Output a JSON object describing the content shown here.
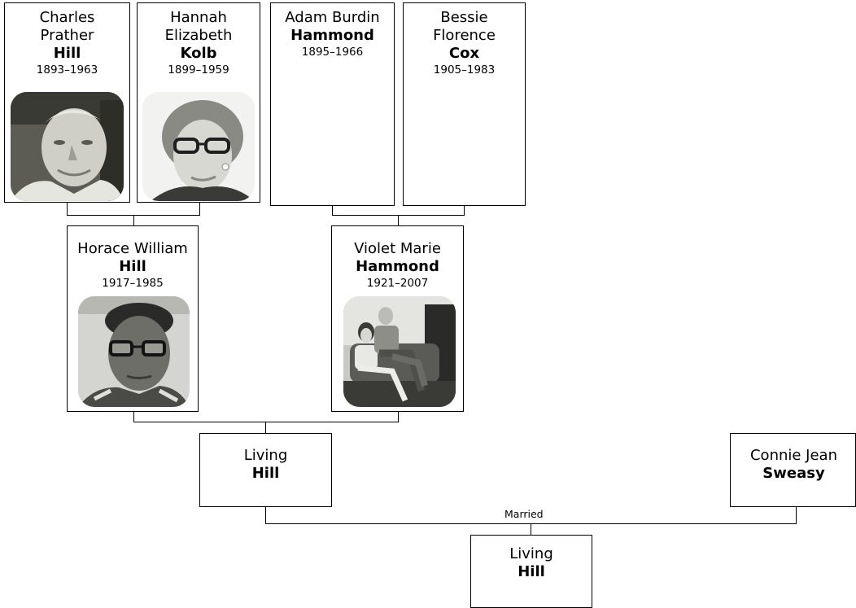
{
  "people": {
    "charles": {
      "given": "Charles Prather",
      "surname": "Hill",
      "dates": "1893–1963",
      "photo": "portrait-photo"
    },
    "hannah": {
      "given": "Hannah Elizabeth",
      "surname": "Kolb",
      "dates": "1899–1959",
      "photo": "portrait-photo"
    },
    "adam": {
      "given": "Adam Burdin",
      "surname": "Hammond",
      "dates": "1895–1966"
    },
    "bessie": {
      "given": "Bessie Florence",
      "surname": "Cox",
      "dates": "1905–1983"
    },
    "horace": {
      "given": "Horace William",
      "surname": "Hill",
      "dates": "1917–1985",
      "photo": "portrait-photo"
    },
    "violet": {
      "given": "Violet Marie",
      "surname": "Hammond",
      "dates": "1921–2007",
      "photo": "couple-photo"
    },
    "living_parent": {
      "given": "Living",
      "surname": "Hill"
    },
    "connie": {
      "given": "Connie Jean",
      "surname": "Sweasy"
    },
    "living_child": {
      "given": "Living",
      "surname": "Hill"
    }
  },
  "relationship_label": "Married",
  "colors": {
    "border": "#000000",
    "background": "#ffffff"
  }
}
